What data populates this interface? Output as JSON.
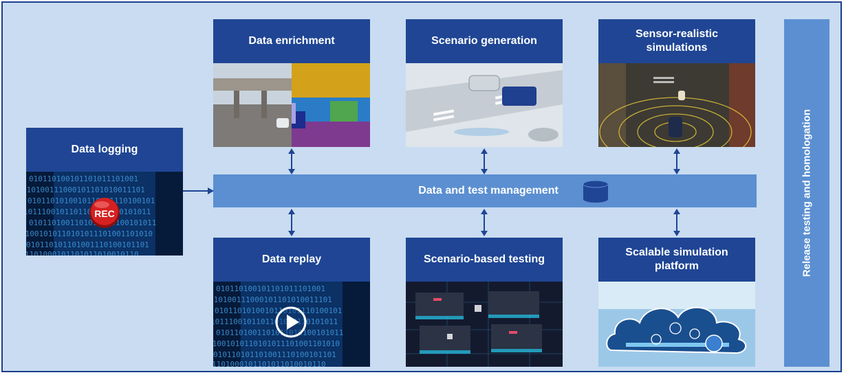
{
  "nodes": {
    "data_logging": {
      "title": "Data logging",
      "badge": "REC"
    },
    "data_enrichment": {
      "title": "Data enrichment"
    },
    "scenario_generation": {
      "title": "Scenario generation"
    },
    "sensor_realistic": {
      "title": "Sensor-realistic simulations"
    },
    "data_replay": {
      "title": "Data replay"
    },
    "scenario_testing": {
      "title": "Scenario-based testing"
    },
    "scalable_platform": {
      "title": "Scalable simulation platform"
    }
  },
  "bus": {
    "label": "Data and test management",
    "icon": "database-icon"
  },
  "release": {
    "label": "Release testing and homologation"
  },
  "colors": {
    "frame_fill": "#c9dcf1",
    "frame_border": "#1b3f8f",
    "title_bar": "#1f4594",
    "bus_fill": "#5b8fd1",
    "arrow": "#1f4594",
    "rec_red": "#d42020"
  }
}
